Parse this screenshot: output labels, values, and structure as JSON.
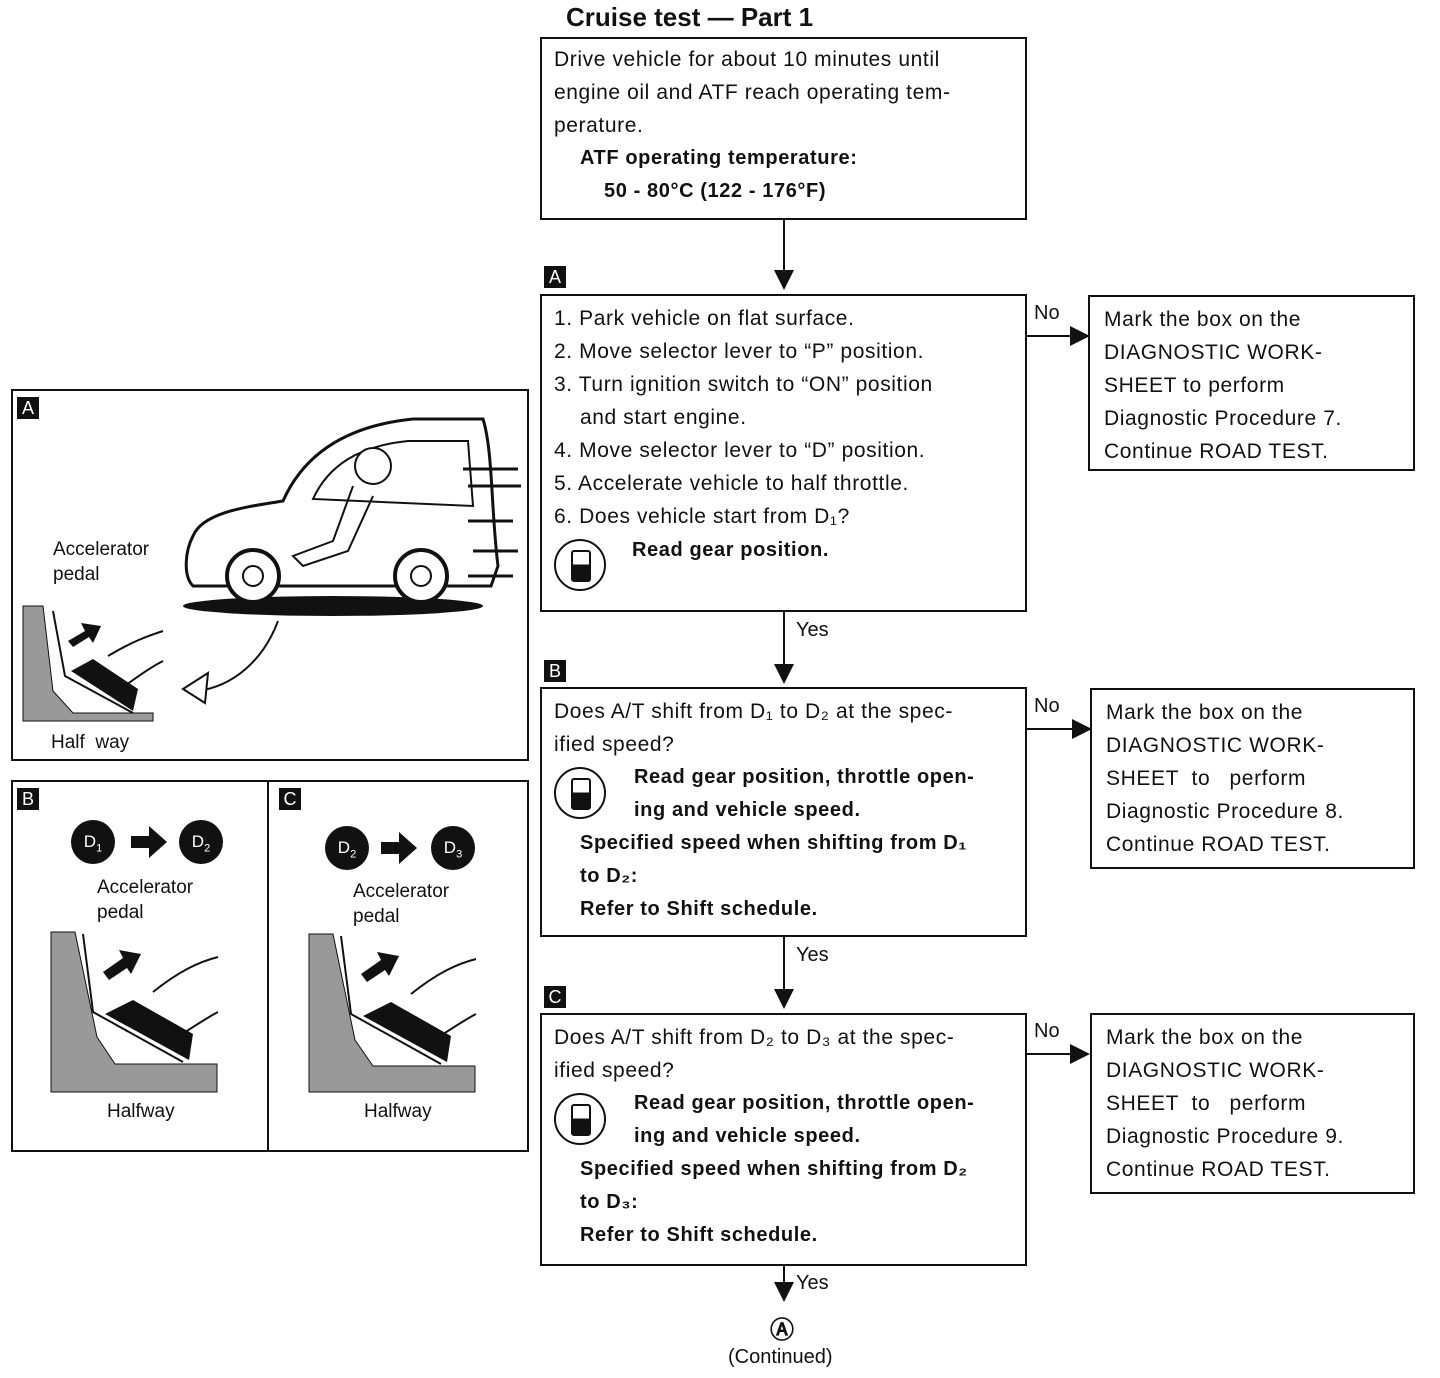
{
  "title": "Cruise test — Part 1",
  "start_box": {
    "lines": [
      "Drive vehicle for about 10 minutes until",
      "engine oil and ATF reach operating tem-",
      "perature."
    ],
    "temp_label": "ATF operating temperature:",
    "temp_value": "50 - 80°C (122 - 176°F)"
  },
  "step_a": {
    "tag": "A",
    "items": [
      "1. Park vehicle on flat surface.",
      "2. Move selector lever to “P” position.",
      "3. Turn ignition switch to “ON” position",
      "and start engine.",
      "4. Move selector lever to “D” position.",
      "5. Accelerate vehicle to half throttle.",
      "6. Does vehicle start from D₁?"
    ],
    "instruction": "Read gear position."
  },
  "step_b": {
    "tag": "B",
    "question": [
      "Does A/T shift from D₁ to D₂ at the spec-",
      "ified speed?"
    ],
    "instruction": [
      "Read gear position, throttle open-",
      "ing and vehicle speed."
    ],
    "spec": [
      "Specified speed when shifting from D₁",
      "to D₂:",
      "Refer to Shift schedule."
    ]
  },
  "step_c": {
    "tag": "C",
    "question": [
      "Does A/T shift from D₂ to D₃ at the spec-",
      "ified speed?"
    ],
    "instruction": [
      "Read gear position, throttle open-",
      "ing and vehicle speed."
    ],
    "spec": [
      "Specified speed when shifting from D₂",
      "to D₃:",
      "Refer to Shift schedule."
    ]
  },
  "no_boxes": [
    [
      "Mark the box on the",
      "DIAGNOSTIC WORK-",
      "SHEET to perform",
      "Diagnostic Procedure 7.",
      "Continue ROAD TEST."
    ],
    [
      "Mark the box on the",
      "DIAGNOSTIC WORK-",
      "SHEET  to   perform",
      "Diagnostic Procedure 8.",
      "Continue ROAD TEST."
    ],
    [
      "Mark the box on the",
      "DIAGNOSTIC WORK-",
      "SHEET  to   perform",
      "Diagnostic Procedure 9.",
      "Continue ROAD TEST."
    ]
  ],
  "labels": {
    "no": "No",
    "yes": "Yes",
    "connector": "Ⓐ",
    "continued": "(Continued)"
  },
  "figures": {
    "a": {
      "tag": "A",
      "pedal_label": [
        "Accelerator",
        "pedal"
      ],
      "position": "Half  way"
    },
    "b": {
      "tag": "B",
      "from": "D",
      "from_sub": "1",
      "to": "D",
      "to_sub": "2",
      "pedal_label": [
        "Accelerator",
        "pedal"
      ],
      "position": "Halfway"
    },
    "c": {
      "tag": "C",
      "from": "D",
      "from_sub": "2",
      "to": "D",
      "to_sub": "3",
      "pedal_label": [
        "Accelerator",
        "pedal"
      ],
      "position": "Halfway"
    }
  }
}
